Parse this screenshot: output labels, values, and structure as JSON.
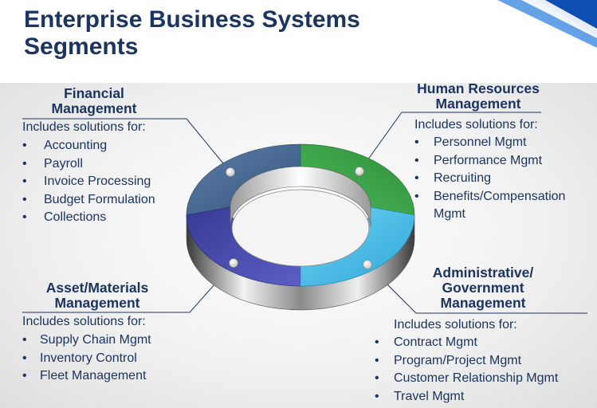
{
  "title": {
    "line1": "Enterprise Business Systems",
    "line2": "Segments"
  },
  "colors": {
    "title": "#1b3460",
    "text": "#1b3460",
    "financial": "#3f6289",
    "hr": "#35a045",
    "asset": "#4646a6",
    "admin": "#4fc0e8",
    "accent": "#1a64c4"
  },
  "segments": {
    "financial": {
      "heading": [
        "Financial",
        "Management"
      ],
      "intro": "Includes solutions for:",
      "items": [
        "Accounting",
        "Payroll",
        "Invoice Processing",
        "Budget Formulation",
        "Collections"
      ]
    },
    "hr": {
      "heading": [
        "Human Resources",
        "Management"
      ],
      "intro": "Includes solutions for:",
      "items": [
        "Personnel Mgmt",
        "Performance Mgmt",
        "Recruiting",
        "Benefits/Compensation",
        "Mgmt"
      ]
    },
    "asset": {
      "heading": [
        "Asset/Materials",
        "Management"
      ],
      "intro": "Includes solutions for:",
      "items": [
        "Supply Chain Mgmt",
        "Inventory Control",
        "Fleet Management"
      ]
    },
    "admin": {
      "heading": [
        "Administrative/",
        "Government",
        "Management"
      ],
      "intro": "Includes solutions for:",
      "items": [
        "Contract Mgmt",
        "Program/Project Mgmt",
        "Customer Relationship Mgmt",
        "Travel Mgmt"
      ]
    }
  }
}
